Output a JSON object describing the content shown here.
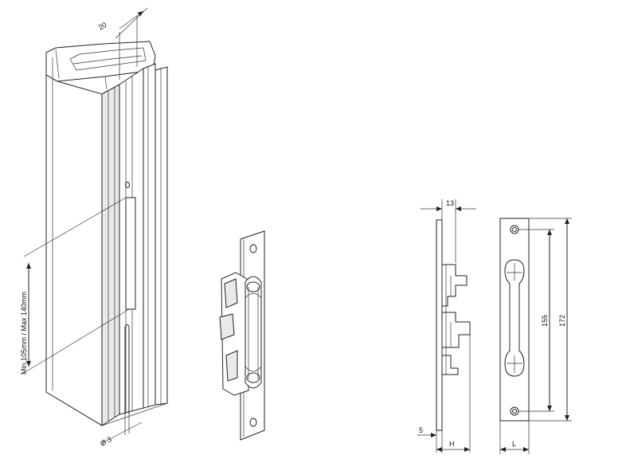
{
  "dimensions": {
    "profile_width": "20",
    "hole_diameter": "Ø 3",
    "span": "Min.105mm / Max 140mm",
    "depth": "13",
    "offset": "5",
    "height_h": "H",
    "hole_distance": "155",
    "total_length": "172",
    "width_l": "L"
  }
}
